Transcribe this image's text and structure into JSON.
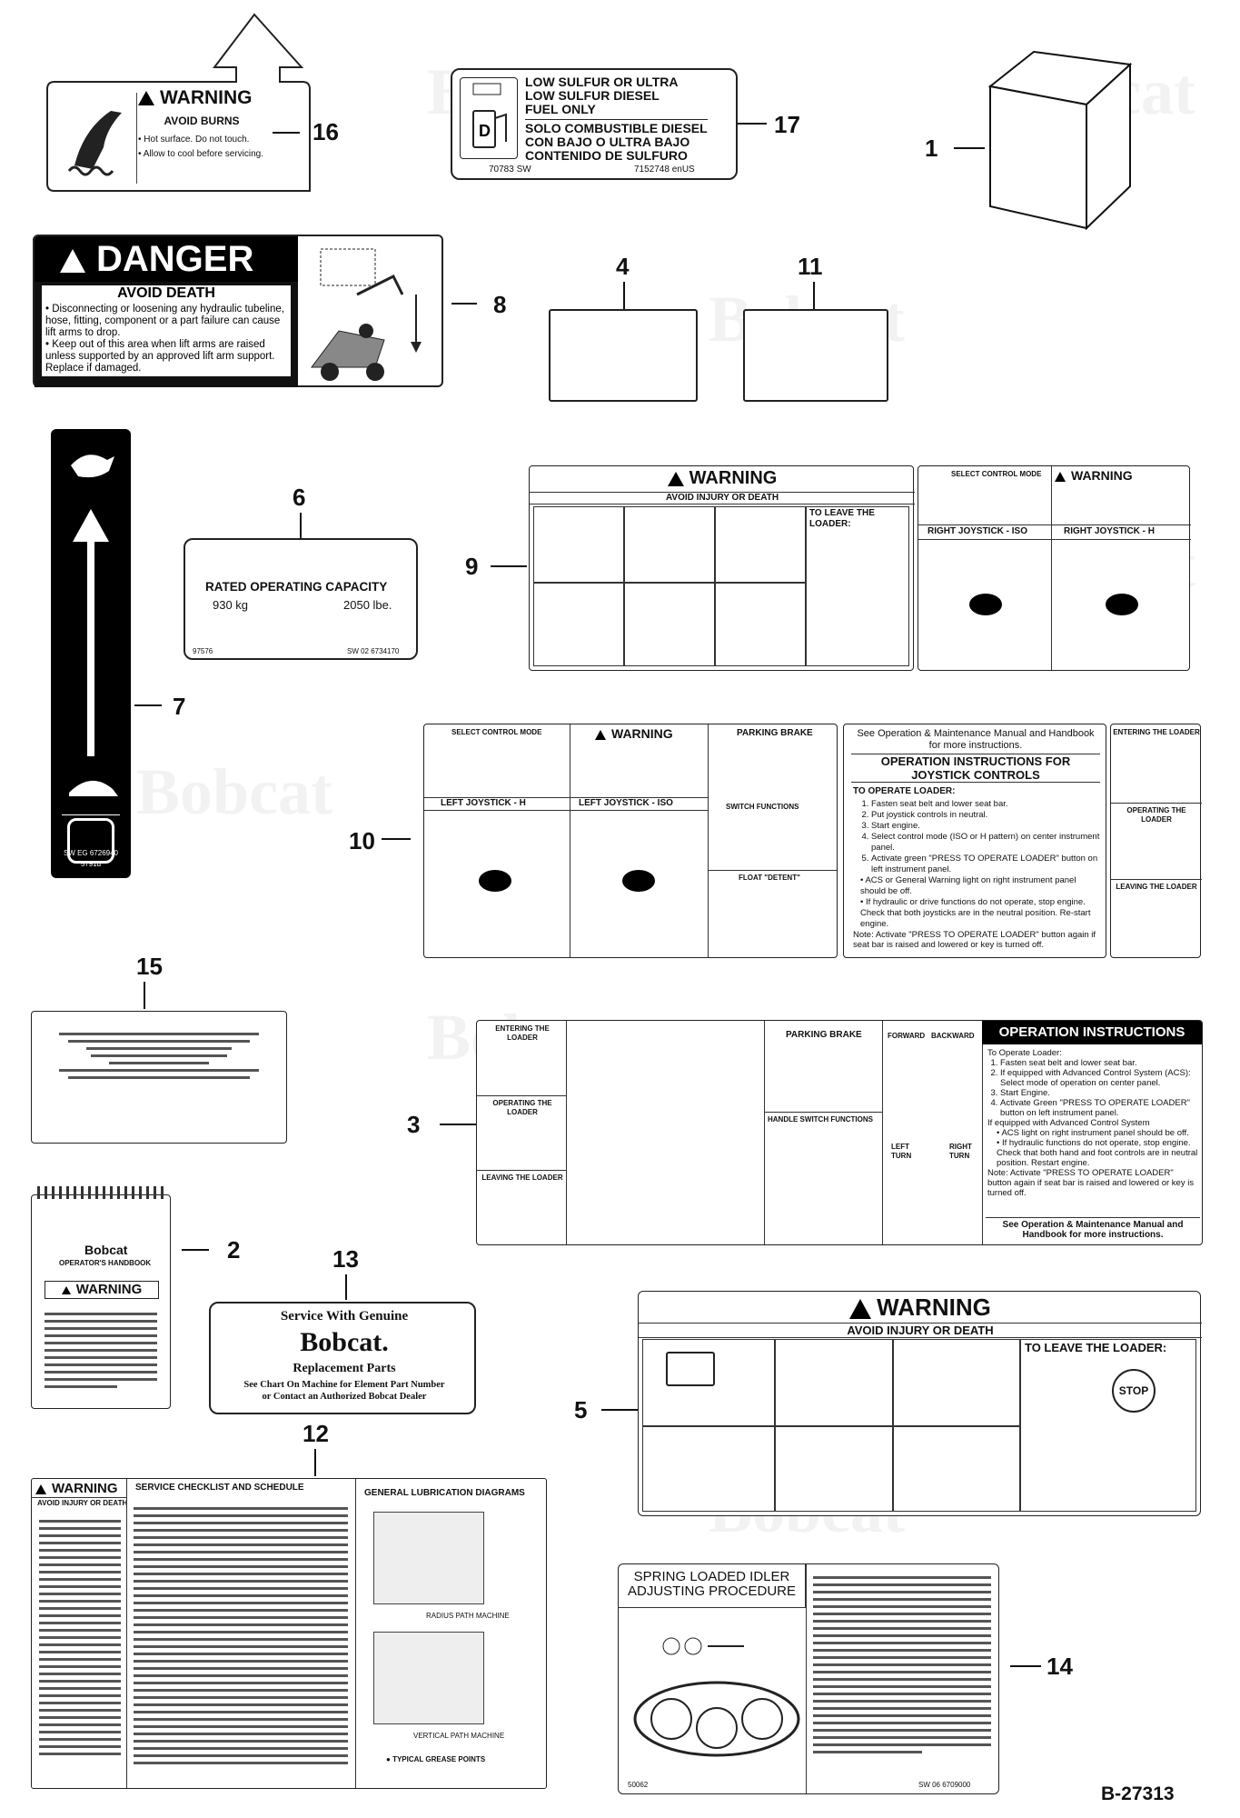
{
  "callouts": [
    "16",
    "17",
    "1",
    "8",
    "4",
    "11",
    "7",
    "6",
    "9",
    "10",
    "15",
    "3",
    "2",
    "13",
    "5",
    "12",
    "14"
  ],
  "watermark": "Bobcat",
  "decal16": {
    "header": "WARNING",
    "title": "AVOID BURNS",
    "bullet1": "Hot surface. Do not touch.",
    "bullet2": "Allow to cool before servicing."
  },
  "decal17": {
    "line1": "LOW SULFUR OR ULTRA",
    "line2": "LOW SULFUR DIESEL",
    "line3": "FUEL ONLY",
    "line4": "SOLO COMBUSTIBLE DIESEL",
    "line5": "CON BAJO O ULTRA BAJO",
    "line6": "CONTENIDO DE SULFURO",
    "code_left": "70783 SW",
    "code_right": "7152748 enUS"
  },
  "decal8": {
    "header": "DANGER",
    "title": "AVOID DEATH",
    "bullet1": "Disconnecting or loosening any hydraulic tubeline, hose, fitting, component or a part failure can cause lift arms to drop.",
    "bullet2": "Keep out of this area when lift arms are raised unless supported by an approved lift arm support. Replace if damaged."
  },
  "decal6": {
    "title": "RATED OPERATING CAPACITY",
    "kg": "930 kg",
    "lbs": "2050 lbe.",
    "code_left": "97576",
    "code_right": "SW 02 6734170"
  },
  "decal7": {
    "code1": "SW EG 6726940",
    "code2": "5791d"
  },
  "decal9": {
    "header": "WARNING",
    "subtitle": "AVOID INJURY OR DEATH",
    "leave": "TO LEAVE THE LOADER:",
    "select": "SELECT CONTROL MODE",
    "warn2": "WARNING",
    "iso": "RIGHT JOYSTICK - ISO",
    "h": "RIGHT JOYSTICK - H"
  },
  "decal10": {
    "select": "SELECT CONTROL MODE",
    "warn": "WARNING",
    "park": "PARKING BRAKE",
    "lefth": "LEFT JOYSTICK - H",
    "leftiso": "LEFT JOYSTICK - ISO",
    "switch": "SWITCH FUNCTIONS",
    "float": "FLOAT \"DETENT\"",
    "see": "See Operation & Maintenance Manual and Handbook for more instructions.",
    "opinst": "OPERATION INSTRUCTIONS FOR JOYSTICK CONTROLS",
    "tooperate": "TO OPERATE LOADER:",
    "steps": [
      "Fasten seat belt and lower seat bar.",
      "Put joystick controls in neutral.",
      "Start engine.",
      "Select control mode (ISO or H pattern) on center instrument panel.",
      "Activate green \"PRESS TO OPERATE LOADER\" button on left instrument panel."
    ],
    "note1": "ACS or General Warning light on right instrument panel should be off.",
    "note2": "If hydraulic or drive functions do not operate, stop engine. Check that both joysticks are in the neutral position. Re-start engine.",
    "note3": "Note: Activate \"PRESS TO OPERATE LOADER\" button again if seat bar is raised and lowered or key is turned off.",
    "entering": "ENTERING THE LOADER",
    "operating": "OPERATING THE LOADER",
    "leaving": "LEAVING THE LOADER"
  },
  "decal3": {
    "entering": "ENTERING THE LOADER",
    "operating": "OPERATING THE LOADER",
    "leaving": "LEAVING THE LOADER",
    "park": "PARKING BRAKE",
    "forward": "FORWARD",
    "backward": "BACKWARD",
    "handle": "HANDLE SWITCH FUNCTIONS",
    "left": "LEFT TURN",
    "right": "RIGHT TURN",
    "header": "OPERATION INSTRUCTIONS",
    "tooperate": "To Operate Loader:",
    "steps": [
      "Fasten seat belt and lower seat bar.",
      "If equipped with Advanced Control System (ACS): Select mode of operation on center panel.",
      "Start Engine.",
      "Activate Green \"PRESS TO OPERATE LOADER\" button on left instrument panel."
    ],
    "acs": "If equipped with Advanced Control System",
    "acs1": "ACS light on right instrument panel should be off.",
    "acs2": "If hydraulic functions do not operate, stop engine. Check that both hand and foot controls are in neutral position. Restart engine.",
    "note": "Note: Activate \"PRESS TO OPERATE LOADER\" button again if seat bar is raised and lowered or key is turned off.",
    "see": "See Operation & Maintenance Manual and Handbook for more instructions."
  },
  "decal2": {
    "brand": "Bobcat",
    "title": "OPERATOR'S HANDBOOK",
    "warn": "WARNING"
  },
  "decal13": {
    "line1": "Service With Genuine",
    "brand": "Bobcat.",
    "line2": "Replacement Parts",
    "line3": "See Chart On Machine for Element Part Number",
    "line4": "or Contact an Authorized Bobcat Dealer"
  },
  "decal5": {
    "header": "WARNING",
    "subtitle": "AVOID INJURY OR DEATH",
    "leave": "TO LEAVE THE LOADER:",
    "stop": "STOP"
  },
  "decal12": {
    "warn": "WARNING",
    "avoid": "AVOID INJURY OR DEATH",
    "checklist": "SERVICE CHECKLIST AND SCHEDULE",
    "lube": "GENERAL LUBRICATION DIAGRAMS",
    "radius": "RADIUS PATH MACHINE",
    "vertical": "VERTICAL PATH MACHINE",
    "grease": "TYPICAL GREASE POINTS"
  },
  "decal14": {
    "title1": "SPRING LOADED IDLER",
    "title2": "ADJUSTING PROCEDURE",
    "code_left": "50062",
    "code_right": "SW 06 6709000"
  },
  "figure_id": "B-27313"
}
